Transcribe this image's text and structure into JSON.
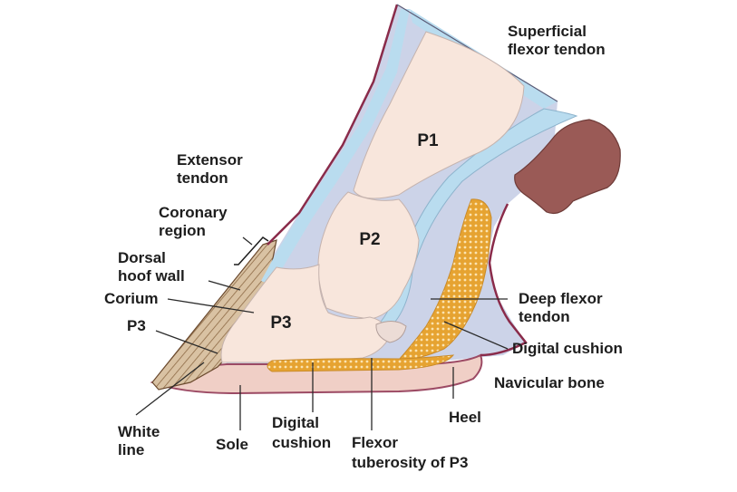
{
  "bones": {
    "p1": "P1",
    "p2": "P2",
    "p3": "P3"
  },
  "labels": {
    "superficial_flexor_tendon": [
      "Superficial",
      "flexor tendon"
    ],
    "extensor_tendon": [
      "Extensor",
      "tendon"
    ],
    "coronary_region": [
      "Coronary",
      "region"
    ],
    "dorsal_hoof_wall": [
      "Dorsal",
      "hoof wall"
    ],
    "corium": "Corium",
    "p3": "P3",
    "deep_flexor_tendon": [
      "Deep flexor",
      "tendon"
    ],
    "digital_cushion_right": "Digital cushion",
    "navicular_bone": "Navicular bone",
    "heel": "Heel",
    "white_line": [
      "White",
      "line"
    ],
    "sole": "Sole",
    "digital_cushion_bottom": [
      "Digital",
      "cushion"
    ],
    "flexor_tuberosity": [
      "Flexor",
      "tuberosity of P3"
    ]
  }
}
